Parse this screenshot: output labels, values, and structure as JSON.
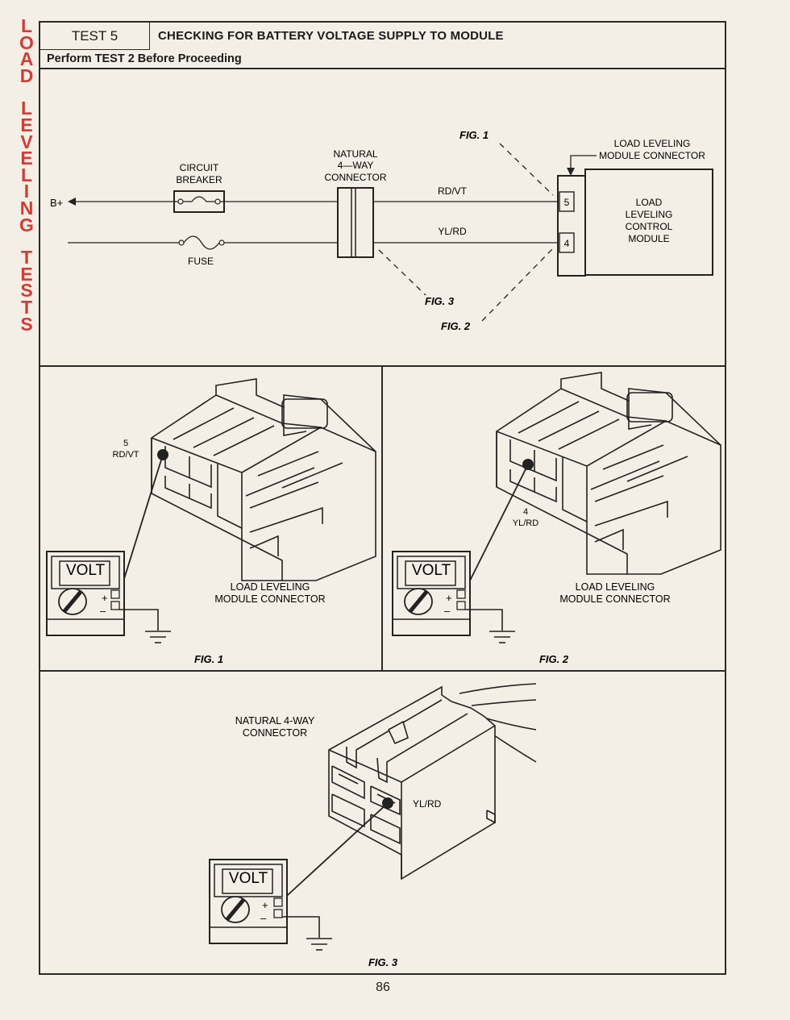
{
  "sidebar_title": [
    "L",
    "O",
    "A",
    "D",
    "",
    "L",
    "E",
    "V",
    "E",
    "L",
    "I",
    "N",
    "G",
    "",
    "T",
    "E",
    "S",
    "T",
    "S"
  ],
  "header": {
    "test_label": "TEST 5",
    "title": "CHECKING FOR BATTERY VOLTAGE SUPPLY TO MODULE",
    "subtitle": "Perform TEST 2 Before Proceeding"
  },
  "schematic": {
    "battery": "B+",
    "circuit_breaker": [
      "CIRCUIT",
      "BREAKER"
    ],
    "fuse": "FUSE",
    "natural_connector": [
      "NATURAL",
      "4—WAY",
      "CONNECTOR"
    ],
    "wire_top": "RD/VT",
    "wire_bottom": "YL/RD",
    "pin_top": "5",
    "pin_bottom": "4",
    "module_connector": [
      "LOAD LEVELING",
      "MODULE CONNECTOR"
    ],
    "module": [
      "LOAD",
      "LEVELING",
      "CONTROL",
      "MODULE"
    ],
    "fig1": "FIG. 1",
    "fig2": "FIG. 2",
    "fig3": "FIG. 3"
  },
  "figures": [
    {
      "pin": "5",
      "wire": "RD/VT",
      "label": [
        "LOAD LEVELING",
        "MODULE CONNECTOR"
      ],
      "meter": "VOLT",
      "caption": "FIG. 1"
    },
    {
      "pin": "4",
      "wire": "YL/RD",
      "label": [
        "LOAD LEVELING",
        "MODULE CONNECTOR"
      ],
      "meter": "VOLT",
      "caption": "FIG. 2"
    },
    {
      "wire": "YL/RD",
      "label": [
        "NATURAL 4-WAY",
        "CONNECTOR"
      ],
      "meter": "VOLT",
      "caption": "FIG. 3"
    }
  ],
  "meter_plus": "+",
  "meter_minus": "–",
  "page_number": "86"
}
